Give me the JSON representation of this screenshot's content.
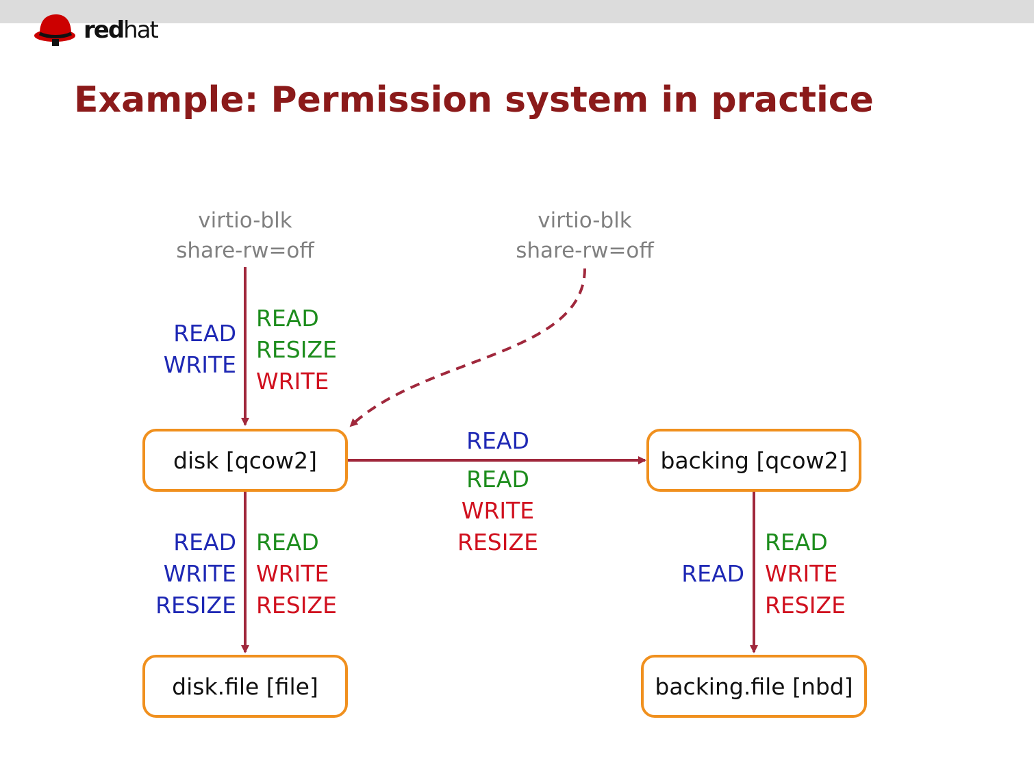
{
  "header": {
    "logo": {
      "text_bold": "red",
      "text_light": "hat"
    },
    "title": "Example: Permission system in practice"
  },
  "diagram": {
    "devices": [
      {
        "line1": "virtio-blk",
        "line2": "share-rw=off"
      },
      {
        "line1": "virtio-blk",
        "line2": "share-rw=off"
      }
    ],
    "nodes": {
      "disk": "disk [qcow2]",
      "backing": "backing [qcow2]",
      "disk_file": "disk.file [file]",
      "backing_file": "backing.file [nbd]"
    },
    "edges": {
      "dev1_to_disk": {
        "perm": [
          "READ",
          "WRITE"
        ],
        "shared": [
          {
            "text": "READ",
            "color": "#1c8c1c"
          },
          {
            "text": "RESIZE",
            "color": "#1c8c1c"
          },
          {
            "text": "WRITE",
            "color": "#d0101e"
          }
        ]
      },
      "disk_to_backing": {
        "perm": [
          "READ"
        ],
        "shared": [
          {
            "text": "READ",
            "color": "#1c8c1c"
          },
          {
            "text": "WRITE",
            "color": "#d0101e"
          },
          {
            "text": "RESIZE",
            "color": "#d0101e"
          }
        ]
      },
      "disk_to_file": {
        "perm": [
          "READ",
          "WRITE",
          "RESIZE"
        ],
        "shared": [
          {
            "text": "READ",
            "color": "#1c8c1c"
          },
          {
            "text": "WRITE",
            "color": "#d0101e"
          },
          {
            "text": "RESIZE",
            "color": "#d0101e"
          }
        ]
      },
      "backing_to_file": {
        "perm": [
          "READ"
        ],
        "shared": [
          {
            "text": "READ",
            "color": "#1c8c1c"
          },
          {
            "text": "WRITE",
            "color": "#d0101e"
          },
          {
            "text": "RESIZE",
            "color": "#d0101e"
          }
        ]
      }
    },
    "colors": {
      "title": "#8b1a1a",
      "box_border": "#f0901e",
      "edge": "#a0283c",
      "permission": "#1e28b4",
      "shared_allowed": "#1c8c1c",
      "shared_denied": "#d0101e",
      "device_label": "#808080"
    }
  }
}
